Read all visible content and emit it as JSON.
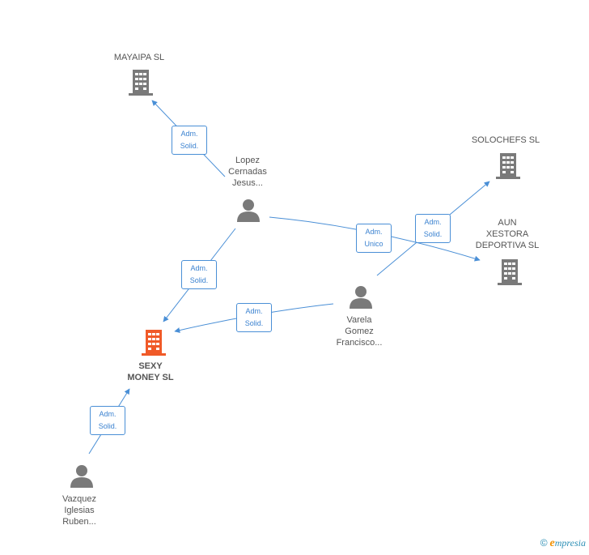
{
  "colors": {
    "edge": "#4a8fd6",
    "company": "#7a7a7a",
    "company_main": "#f05a28",
    "person": "#7a7a7a"
  },
  "nodes": {
    "mayaipa": {
      "lines": [
        "MAYAIPA SL"
      ],
      "icon": "building-icon"
    },
    "solochefs": {
      "lines": [
        "SOLOCHEFS SL"
      ],
      "icon": "building-icon"
    },
    "aun": {
      "lines": [
        "AUN",
        "XESTORA",
        "DEPORTIVA SL"
      ],
      "icon": "building-icon"
    },
    "sexy": {
      "lines": [
        "SEXY",
        "MONEY SL"
      ],
      "icon": "building-icon"
    },
    "lopez": {
      "lines": [
        "Lopez",
        "Cernadas",
        "Jesus..."
      ],
      "icon": "person-icon"
    },
    "varela": {
      "lines": [
        "Varela",
        "Gomez",
        "Francisco..."
      ],
      "icon": "person-icon"
    },
    "vazquez": {
      "lines": [
        "Vazquez",
        "Iglesias",
        "Ruben..."
      ],
      "icon": "person-icon"
    }
  },
  "edges": {
    "lopez_mayaipa": {
      "lines": [
        "Adm.",
        "Solid."
      ]
    },
    "lopez_aun": {
      "lines": [
        "Adm.",
        "Unico"
      ]
    },
    "varela_solochefs": {
      "lines": [
        "Adm.",
        "Solid."
      ]
    },
    "lopez_sexy": {
      "lines": [
        "Adm.",
        "Solid."
      ]
    },
    "varela_sexy": {
      "lines": [
        "Adm.",
        "Solid."
      ]
    },
    "vazquez_sexy": {
      "lines": [
        "Adm.",
        "Solid."
      ]
    }
  },
  "footer": {
    "copyright": "©",
    "brand_initial": "e",
    "brand_rest": "mpresia"
  }
}
